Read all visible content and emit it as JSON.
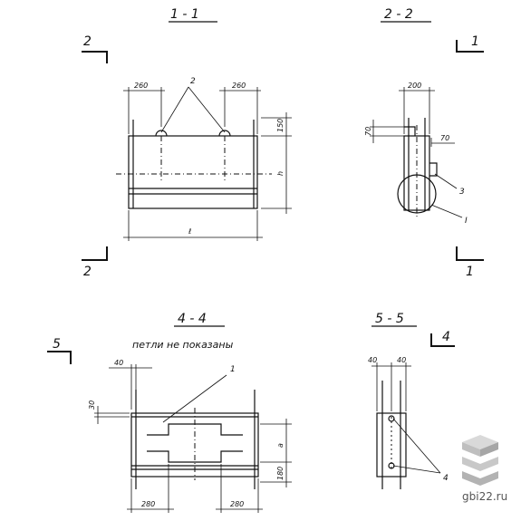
{
  "sections": {
    "s11": {
      "title": "1 - 1",
      "cut_left": "2",
      "cut_right": "2"
    },
    "s22": {
      "title": "2 - 2",
      "cut_top": "1",
      "cut_bottom": "1"
    },
    "s44": {
      "title": "4 - 4",
      "note": "петли не показаны",
      "cut_left": "5"
    },
    "s55": {
      "title": "5 - 5",
      "cut_right": "4"
    }
  },
  "dims": {
    "d260a": "260",
    "d260b": "260",
    "d150": "150",
    "dh": "h",
    "dl": "ℓ",
    "d200": "200",
    "d70a": "70",
    "d70b": "70",
    "d40a": "40",
    "d30": "30",
    "da": "a",
    "d180": "180",
    "d280a": "280",
    "d280b": "280",
    "d40b": "40",
    "d40c": "40"
  },
  "callouts": {
    "c2": "2",
    "c3": "3",
    "cI": "I",
    "c1": "1",
    "c4": "4"
  },
  "watermark": {
    "text": "gbi22.ru"
  }
}
